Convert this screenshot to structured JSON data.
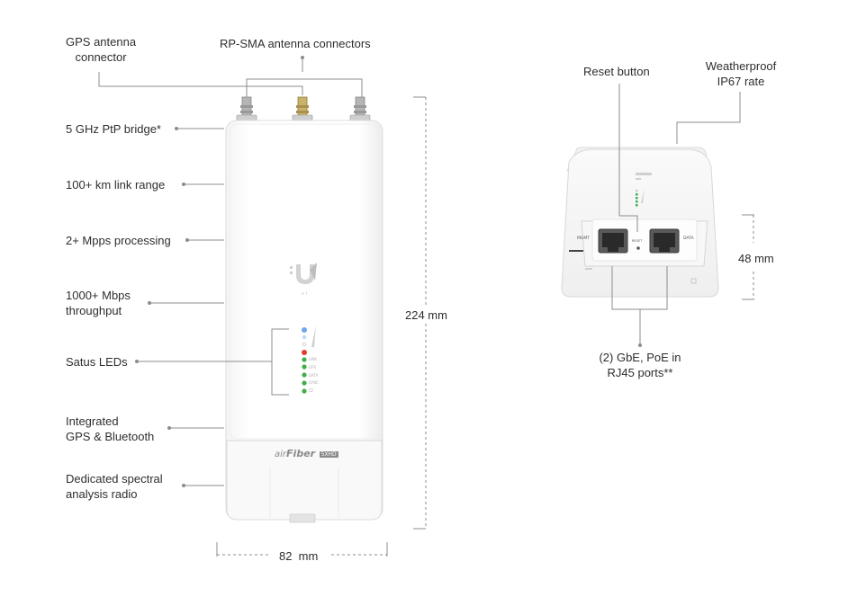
{
  "labels": {
    "gps_connector": "GPS antenna\nconnector",
    "rpsma": "RP-SMA antenna connectors",
    "bridge": "5 GHz PtP bridge*",
    "range": "100+ km link range",
    "processing": "2+ Mpps processing",
    "throughput": "1000+ Mbps\nthroughput",
    "leds": "Satus LEDs",
    "gps_bt": "Integrated\nGPS & Bluetooth",
    "spectral": "Dedicated spectral\nanalysis radio",
    "reset": "Reset button",
    "weatherproof": "Weatherproof\nIP67 rate",
    "ports": "(2) GbE, PoE in\nRJ45 ports**"
  },
  "dimensions": {
    "height": "224 mm",
    "width": "82  mm",
    "depth": "48 mm"
  },
  "device": {
    "brand_prefix": "air",
    "brand_name": "Fiber",
    "brand_model": "5XHD",
    "port_mgmt": "MGMT",
    "port_data": "DATA",
    "reset_mark": "RESET",
    "led_labels": [
      "LINK",
      "GPS",
      "DATA",
      "SYNC",
      "⏻"
    ]
  },
  "colors": {
    "led_blue": "#6aa9e8",
    "led_red": "#e53c2f",
    "led_green": "#3fae49",
    "connector_gold": "#c9b26a",
    "connector_silver": "#b5b5b5"
  }
}
